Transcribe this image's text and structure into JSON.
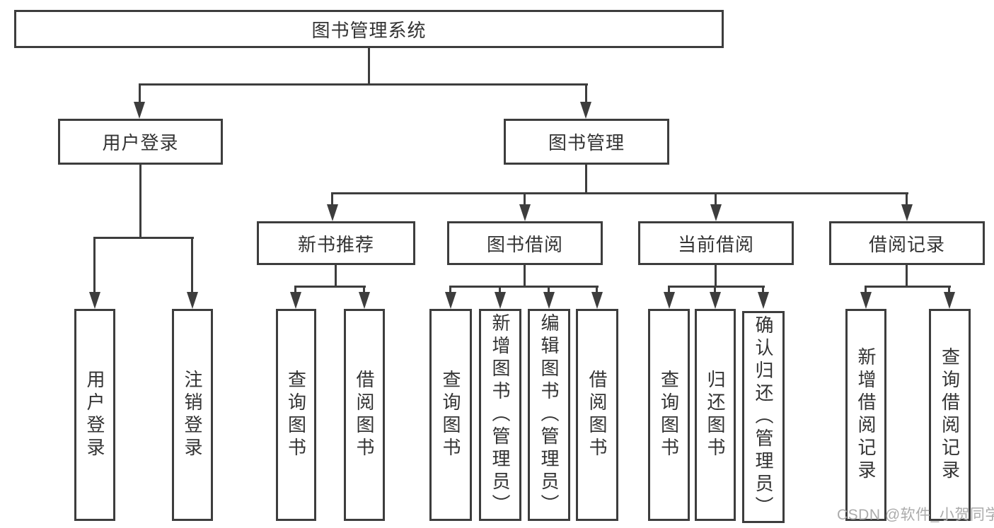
{
  "style": {
    "line_color": "#3d3d3d",
    "text_color": "#333333",
    "watermark_color": "#ababab",
    "background": "#ffffff"
  },
  "watermark": {
    "text": "CSDN @软件_小贺同学"
  },
  "tree": {
    "root": {
      "label": "图书管理系统"
    },
    "children": [
      {
        "label": "用户登录",
        "children": [
          "用户登录",
          "注销登录"
        ]
      },
      {
        "label": "图书管理",
        "children": [
          {
            "label": "新书推荐",
            "children": [
              "查询图书",
              "借阅图书"
            ]
          },
          {
            "label": "图书借阅",
            "children": [
              "查询图书",
              "新增图书（管理员）",
              "编辑图书（管理员）",
              "借阅图书"
            ]
          },
          {
            "label": "当前借阅",
            "children": [
              "查询图书",
              "归还图书",
              "确认归还（管理员）"
            ]
          },
          {
            "label": "借阅记录",
            "children": [
              "新增借阅记录",
              "查询借阅记录"
            ]
          }
        ]
      }
    ]
  }
}
